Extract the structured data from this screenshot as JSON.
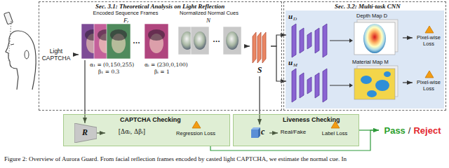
{
  "diagram": {
    "caption": "Figure 2: Overview of Aurora Guard. From facial reflection frames encoded by casted light CAPTCHA, we estimate the normal cue. In",
    "nodes": [
      {
        "text": [
          "Sec. 3.1: Theoretical Analysis on Light Reflection"
        ]
      },
      {
        "text": [
          "Light CAPTCHA"
        ],
        "in": 0
      },
      {
        "text": [
          "Encoded Sequence Frames"
        ],
        "in": 0
      },
      {
        "text": [
          "Normalized Normal Cues"
        ],
        "in": 0
      },
      {
        "text": [
          "S"
        ],
        "in": 0
      },
      {
        "text": [
          "Sec. 3.2: Multi-task CNN"
        ]
      },
      {
        "text": [
          "Depth Map D"
        ],
        "in": 5
      },
      {
        "text": [
          "Material Map M"
        ],
        "in": 5
      },
      {
        "text": [
          "Pixel-wise Loss"
        ],
        "in": 5
      },
      {
        "text": [
          "Pixel-wise Loss"
        ],
        "in": 5
      },
      {
        "text": [
          "CAPTCHA Checking"
        ]
      },
      {
        "text": [
          "R"
        ],
        "in": 10
      },
      {
        "text": [
          "[Δαᵢ, Δβᵢ]"
        ],
        "in": 10
      },
      {
        "text": [
          "Regression Loss"
        ],
        "in": 10
      },
      {
        "text": [
          "Liveness Checking"
        ]
      },
      {
        "text": [
          "c"
        ],
        "in": 14
      },
      {
        "text": [
          "Real/Fake"
        ],
        "in": 14
      },
      {
        "text": [
          "Label Loss"
        ],
        "in": 14
      },
      {
        "text": [
          "Pass",
          "/",
          "Reject"
        ]
      }
    ],
    "edges": [
      {
        "from": 1,
        "to": 2,
        "arrow": "to"
      },
      {
        "from": 3,
        "to": 4,
        "arrow": "to"
      },
      {
        "from": 4,
        "to": 6,
        "arrow": "to"
      },
      {
        "from": 4,
        "to": 7,
        "arrow": "to"
      },
      {
        "from": 6,
        "to": 8,
        "arrow": "to"
      },
      {
        "from": 7,
        "to": 9,
        "arrow": "to"
      },
      {
        "from": 4,
        "to": 15,
        "arrow": "to"
      },
      {
        "from": 2,
        "to": 11,
        "arrow": "to"
      },
      {
        "from": 11,
        "to": 12,
        "arrow": "to"
      },
      {
        "from": 15,
        "to": 16,
        "arrow": "to"
      },
      {
        "from": 10,
        "to": 18,
        "arrow": "to"
      },
      {
        "from": 14,
        "to": 18,
        "arrow": "to"
      }
    ],
    "labels": [
      "Fᵣ",
      "N",
      "α₁ = (0,150,255)",
      "β₁ = 0.3",
      "αᵢ = (230,0,100)",
      "βᵢ = 1",
      "…",
      "…",
      "u",
      "D",
      "u",
      "M"
    ]
  }
}
